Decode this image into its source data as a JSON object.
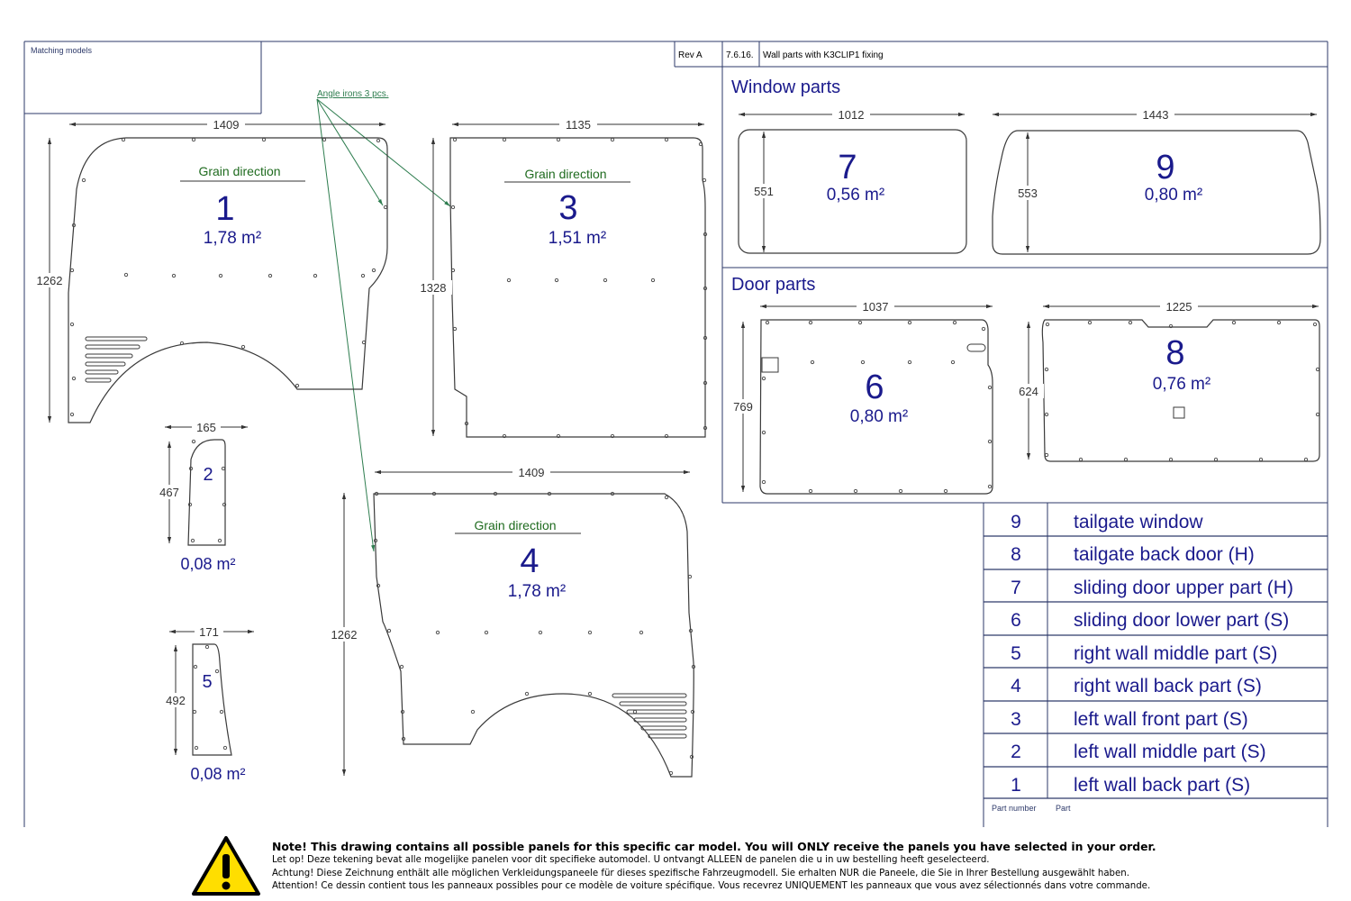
{
  "header": {
    "matching_models": "Matching models",
    "rev": "Rev A",
    "date": "7.6.16.",
    "title": "Wall parts with K3CLIP1 fixing"
  },
  "sections": {
    "window_parts": "Window parts",
    "door_parts": "Door parts"
  },
  "annotation": {
    "angle_irons": "Angle irons 3 pcs."
  },
  "panels": [
    {
      "number": "1",
      "area": "1,78 m²",
      "width": "1409",
      "height": "1262",
      "grain": "Grain direction"
    },
    {
      "number": "2",
      "area": "0,08 m²",
      "width": "165",
      "height": "467"
    },
    {
      "number": "3",
      "area": "1,51 m²",
      "width": "1135",
      "height": "1328",
      "grain": "Grain direction"
    },
    {
      "number": "4",
      "area": "1,78 m²",
      "width": "1409",
      "height": "1262",
      "grain": "Grain direction"
    },
    {
      "number": "5",
      "area": "0,08 m²",
      "width": "171",
      "height": "492"
    },
    {
      "number": "6",
      "area": "0,80 m²",
      "width": "1037",
      "height": "769"
    },
    {
      "number": "7",
      "area": "0,56 m²",
      "width": "1012",
      "height": "551"
    },
    {
      "number": "8",
      "area": "0,76 m²",
      "width": "1225",
      "height": "624"
    },
    {
      "number": "9",
      "area": "0,80 m²",
      "width": "1443",
      "height": "553"
    }
  ],
  "parts_table": {
    "rows": [
      {
        "number": "9",
        "part": "tailgate window"
      },
      {
        "number": "8",
        "part": "tailgate back door (H)"
      },
      {
        "number": "7",
        "part": "sliding door upper part (H)"
      },
      {
        "number": "6",
        "part": "sliding door lower part (S)"
      },
      {
        "number": "5",
        "part": "right wall middle part (S)"
      },
      {
        "number": "4",
        "part": "right wall back part (S)"
      },
      {
        "number": "3",
        "part": "left wall front part (S)"
      },
      {
        "number": "2",
        "part": "left wall middle part (S)"
      },
      {
        "number": "1",
        "part": "left wall back part (S)"
      }
    ],
    "col_number": "Part number",
    "col_part": "Part"
  },
  "notice": {
    "en": "Note! This drawing contains all possible panels for this specific car model. You will ONLY receive the panels you have selected in your order.",
    "nl": "Let op! Deze tekening bevat alle mogelijke panelen voor dit specifieke automodel. U ontvangt ALLEEN de panelen die u in uw bestelling heeft geselecteerd.",
    "de": "Achtung! Diese Zeichnung enthält alle möglichen Verkleidungspaneele für dieses spezifische Fahrzeugmodell. Sie erhalten NUR die Paneele, die Sie in Ihrer Bestellung ausgewählt haben.",
    "fr": "Attention! Ce dessin contient tous les panneaux possibles pour ce modèle de voiture spécifique. Vous recevrez UNIQUEMENT les panneaux que vous avez sélectionnés dans votre commande."
  },
  "colors": {
    "line": "#3a3a3a",
    "frame": "#2e3a6a",
    "number": "#1a1a8c",
    "grain": "#1f6b1f",
    "leader": "#2e7d4f",
    "warning": "#ffde00"
  },
  "icons": {
    "warning": "warning-icon"
  }
}
